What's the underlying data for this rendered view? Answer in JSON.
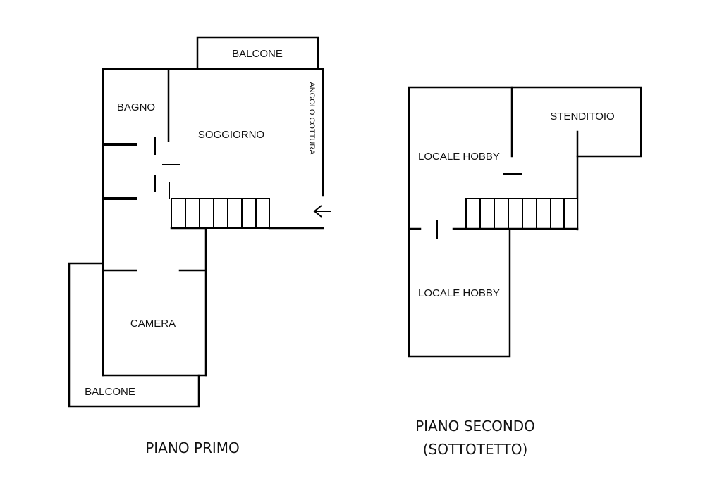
{
  "piano_primo": {
    "rooms": {
      "balcone_top": "BALCONE",
      "bagno": "BAGNO",
      "soggiorno": "SOGGIORNO",
      "angolo_cottura": "ANGOLO COTTURA",
      "camera": "CAMERA",
      "balcone_bottom": "BALCONE"
    },
    "arrow_icon": "left-arrow-icon",
    "caption": "PIANO PRIMO"
  },
  "piano_secondo": {
    "rooms": {
      "locale_hobby_top": "LOCALE HOBBY",
      "stenditoio": "STENDITOIO",
      "locale_hobby_bottom": "LOCALE HOBBY"
    },
    "caption_line1": "PIANO SECONDO",
    "caption_line2": "(SOTTOTETTO)"
  }
}
